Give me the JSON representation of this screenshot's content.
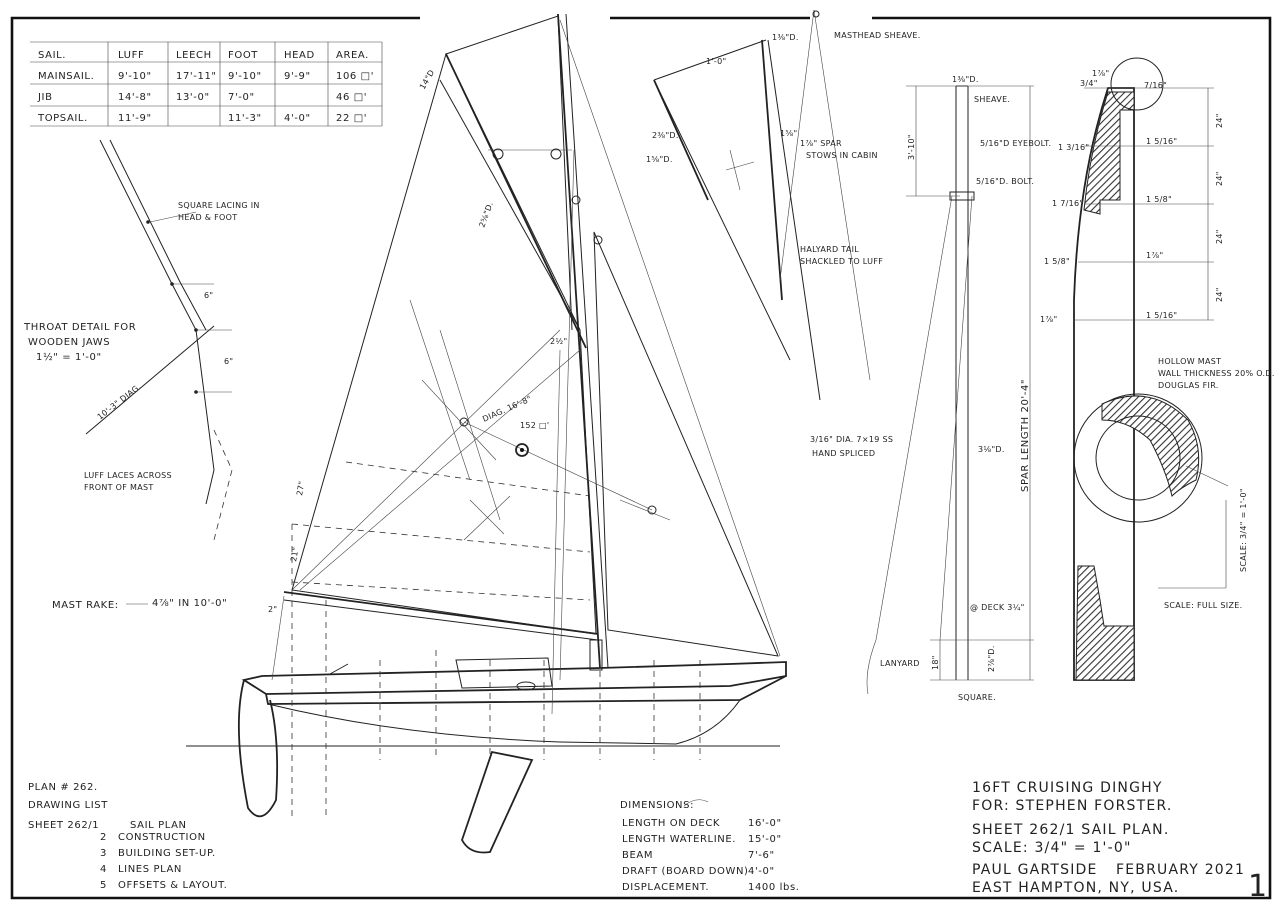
{
  "sail_table": {
    "headers": [
      "SAIL.",
      "LUFF",
      "LEECH",
      "FOOT",
      "HEAD",
      "AREA."
    ],
    "rows": [
      [
        "MAINSAIL.",
        "9'-10\"",
        "17'-11\"",
        "9'-10\"",
        "9'-9\"",
        "106 □'"
      ],
      [
        "JIB",
        "14'-8\"",
        "13'-0\"",
        "7'-0\"",
        "",
        "46 □'"
      ],
      [
        "TOPSAIL.",
        "11'-9\"",
        "",
        "11'-3\"",
        "4'-0\"",
        "22 □'"
      ]
    ]
  },
  "throat_detail": {
    "title_line1": "THROAT DETAIL FOR",
    "title_line2": "WOODEN JAWS",
    "scale": "1½\" = 1'-0\"",
    "lacing_note_1": "SQUARE LACING IN",
    "lacing_note_2": "HEAD & FOOT",
    "dim_6a": "6\"",
    "dim_6b": "6\"",
    "diag": "10'-3\" DIAG.",
    "luff_note_1": "LUFF LACES ACROSS",
    "luff_note_2": "FRONT OF MAST"
  },
  "mast_rake": {
    "label": "MAST RAKE:",
    "value": "4⅞\" IN 10'-0\""
  },
  "sail_plan_labels": {
    "diag": "DIAG. 16'-8\"",
    "area": "152 □'",
    "dim_1": "14\"D",
    "dim_2": "2⅝\"D.",
    "dim_3": "2½\"",
    "dim_4": "2\"",
    "dim_5": "27\"",
    "dim_6": "21\""
  },
  "topsail_detail": {
    "dim_top": "1'-0\"",
    "dim_head": "1⅜\"D.",
    "dim_a": "2⅜\"D.",
    "dim_b": "1⅝\"D.",
    "dim_c": "1⅝\"",
    "spar_note_1": "1⅞\" SPAR",
    "spar_note_2": "STOWS IN CABIN",
    "halyard_1": "HALYARD TAIL",
    "halyard_2": "SHACKLED TO LUFF",
    "masthead": "MASTHEAD SHEAVE.",
    "rigging_1": "3/16\" DIA. 7×19 SS",
    "rigging_2": "HAND SPLICED"
  },
  "mast_detail": {
    "top_dia": "1⅜\"D.",
    "sheave": "SHEAVE.",
    "dim_a": "3'-10\"",
    "eyebolt": "5/16\"D EYEBOLT.",
    "bolt": "5/16\"D. BOLT.",
    "mid_dia": "3⅛\"D.",
    "spar_length": "SPAR LENGTH 20'-4\"",
    "deck": "@ DECK 3¼\"",
    "foot_dia": "2⅞\"D.",
    "foot_len": "18\"",
    "lanyard": "LANYARD",
    "square": "SQUARE."
  },
  "section_detail": {
    "d1": "3/4\"",
    "d2": "7/16\"",
    "d3": "1 3/16\"",
    "d4": "1 5/16\"",
    "d5": "1 7/16\"",
    "d6": "1 5/8\"",
    "d7": "1 5/8\"",
    "d8": "1⅞\"",
    "d9": "1⅞\"",
    "d10": "1 5/16\"",
    "d11": "1⅞\"",
    "s1": "24\"",
    "s2": "24\"",
    "s3": "24\"",
    "s4": "24\"",
    "hollow_1": "HOLLOW MAST",
    "hollow_2": "WALL THICKNESS 20% O.D.",
    "hollow_3": "DOUGLAS FIR.",
    "scale_a": "SCALE: 3/4\" = 1'-0\"",
    "scale_b": "SCALE: FULL SIZE."
  },
  "drawing_list": {
    "plan": "PLAN # 262.",
    "title": "DRAWING LIST",
    "sheet_label": "SHEET 262/1",
    "items": [
      {
        "num": "",
        "label": "SAIL PLAN"
      },
      {
        "num": "2",
        "label": "CONSTRUCTION"
      },
      {
        "num": "3",
        "label": "BUILDING SET-UP."
      },
      {
        "num": "4",
        "label": "LINES PLAN"
      },
      {
        "num": "5",
        "label": "OFFSETS & LAYOUT."
      }
    ]
  },
  "dimensions": {
    "title": "DIMENSIONS:",
    "rows": [
      {
        "label": "LENGTH ON DECK",
        "value": "16'-0\""
      },
      {
        "label": "LENGTH WATERLINE.",
        "value": "15'-0\""
      },
      {
        "label": "BEAM",
        "value": "7'-6\""
      },
      {
        "label": "DRAFT (BOARD DOWN)",
        "value": "4'-0\""
      },
      {
        "label": "DISPLACEMENT.",
        "value": "1400 lbs."
      }
    ]
  },
  "title_block": {
    "line1": "16FT CRUISING DINGHY",
    "line2": "FOR: STEPHEN FORSTER.",
    "line3": "SHEET 262/1  SAIL PLAN.",
    "line4": "SCALE: 3/4\" = 1'-0\"",
    "line5_left": "PAUL GARTSIDE",
    "line5_right": "FEBRUARY 2021",
    "line6": "EAST HAMPTON, NY, USA."
  },
  "page_number": "1"
}
